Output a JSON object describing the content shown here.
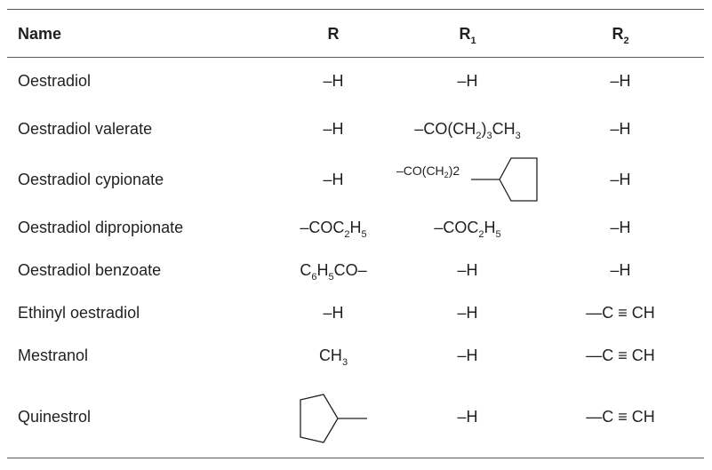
{
  "headers": {
    "name": "Name",
    "r": "R",
    "r1": "R1",
    "r2": "R2"
  },
  "rows": [
    {
      "name": "Oestradiol",
      "r": "–H",
      "r1": "–H",
      "r2": "–H"
    },
    {
      "name": "Oestradiol valerate",
      "r": "–H",
      "r1": "–CO(CH2)3CH3",
      "r2": "–H"
    },
    {
      "name": "Oestradiol cypionate",
      "r": "–H",
      "r1": "–CO(CH2)2–cyclopentyl",
      "r2": "–H"
    },
    {
      "name": "Oestradiol dipropionate",
      "r": "–COC2H5",
      "r1": "–COC2H5",
      "r2": "–H"
    },
    {
      "name": "Oestradiol benzoate",
      "r": "C6H5CO–",
      "r1": "–H",
      "r2": "–H"
    },
    {
      "name": "Ethinyl oestradiol",
      "r": "–H",
      "r1": "–H",
      "r2": "—C ≡ CH"
    },
    {
      "name": "Mestranol",
      "r": "CH3",
      "r1": "–H",
      "r2": "—C ≡ CH"
    },
    {
      "name": "Quinestrol",
      "r": "cyclopentyl",
      "r1": "–H",
      "r2": "—C ≡ CH"
    }
  ],
  "structures": {
    "cyclopentyl_icon": "cyclopentane-ring-icon"
  }
}
